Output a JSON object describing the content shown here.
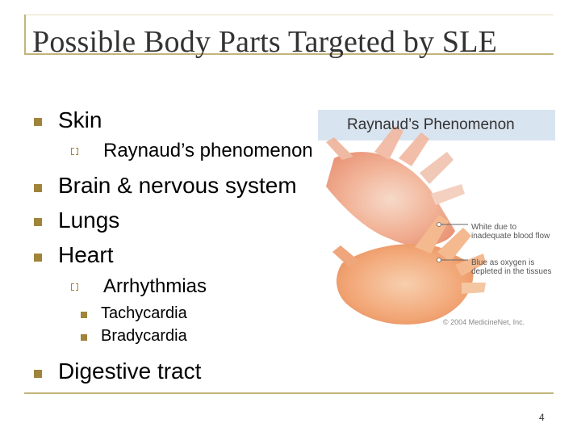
{
  "slide": {
    "title": "Possible Body Parts Targeted by SLE",
    "page_number": "4"
  },
  "bullets": [
    {
      "level": 1,
      "text": "Skin"
    },
    {
      "level": 2,
      "text": "Raynaud’s phenomenon"
    },
    {
      "level": 1,
      "text": "Brain & nervous system"
    },
    {
      "level": 1,
      "text": "Lungs"
    },
    {
      "level": 1,
      "text": "Heart"
    },
    {
      "level": 2,
      "text": "Arrhythmias"
    },
    {
      "level": 3,
      "text": "Tachycardia"
    },
    {
      "level": 3,
      "text": "Bradycardia"
    },
    {
      "level": 1,
      "text": "Digestive tract"
    }
  ],
  "figure": {
    "title": "Raynaud’s Phenomenon",
    "label_white_1": "White due to",
    "label_white_2": "inadequate blood flow",
    "label_blue_1": "Blue as oxygen is",
    "label_blue_2": "depleted in the tissues",
    "copyright": "© 2004 MedicineNet, Inc."
  },
  "colors": {
    "bullet": "#a0843a",
    "rule": "#c2b47a",
    "title": "#333333",
    "figure_header": "#d8e4f0"
  }
}
